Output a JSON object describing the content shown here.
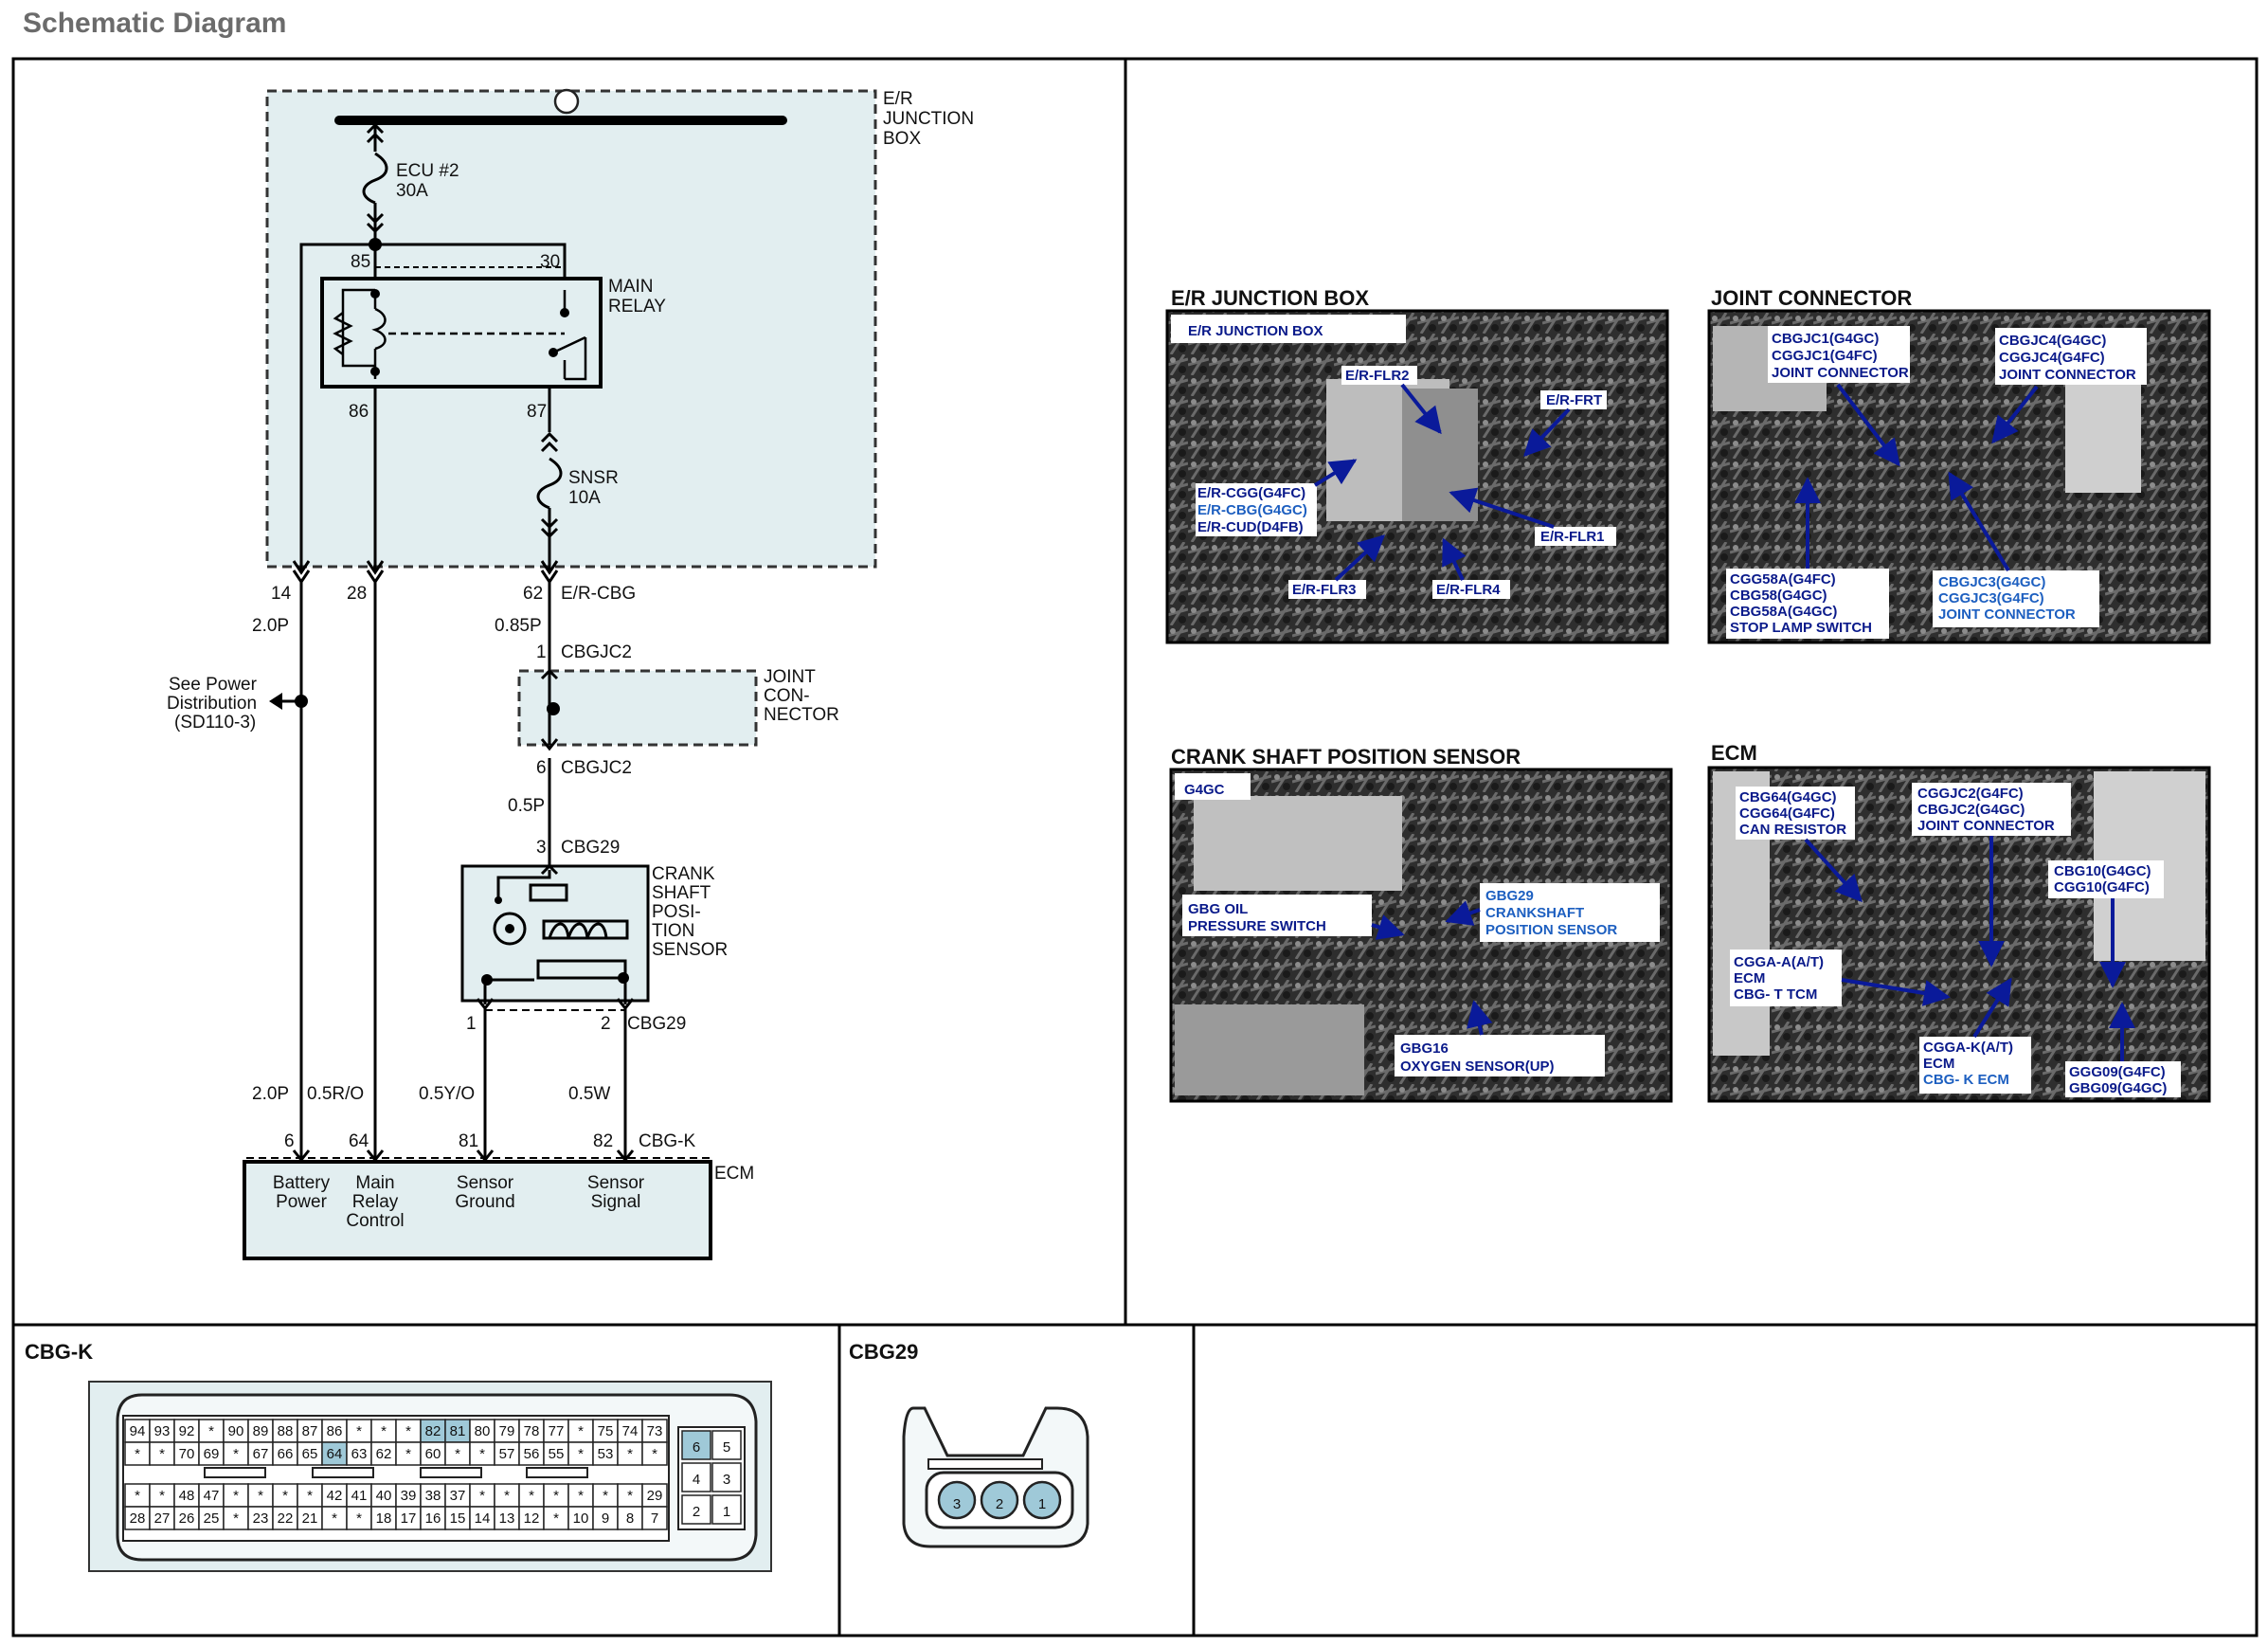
{
  "page_title": "Schematic Diagram",
  "schematic": {
    "junction_box": [
      "E/R",
      "JUNCTION",
      "BOX"
    ],
    "fuse1": [
      "ECU #2",
      "30A"
    ],
    "fuse2": [
      "SNSR",
      "10A"
    ],
    "relay": [
      "MAIN",
      "RELAY"
    ],
    "relay_pins": {
      "p85": "85",
      "p30": "30",
      "p86": "86",
      "p87": "87"
    },
    "jb_pins": {
      "p14": "14",
      "p28": "28",
      "p62": "62",
      "conn": "E/R-CBG"
    },
    "wire_2p0": "2.0P",
    "wire_085p": "0.85P",
    "see_power": [
      "See Power",
      "Distribution",
      "(SD110-3)"
    ],
    "jc_top_pin": "1",
    "jc_top_conn": "CBGJC2",
    "joint_connector": [
      "JOINT",
      "CON-",
      "NECTOR"
    ],
    "jc_bot_pin": "6",
    "jc_bot_conn": "CBGJC2",
    "wire_05p": "0.5P",
    "ckp_top_pin": "3",
    "ckp_top_conn": "CBG29",
    "ckp_sensor": [
      "CRANK",
      "SHAFT",
      "POSI-",
      "TION",
      "SENSOR"
    ],
    "ckp_pin1": "1",
    "ckp_pin2": "2",
    "ckp_bot_conn": "CBG29",
    "wire_bottom": {
      "w1": "2.0P",
      "w2": "0.5R/O",
      "w3": "0.5Y/O",
      "w4": "0.5W"
    },
    "ecm_pins": {
      "p6": "6",
      "p64": "64",
      "p81": "81",
      "p82": "82",
      "conn": "CBG-K"
    },
    "ecm_label": "ECM",
    "ecm_cells": {
      "battery": [
        "Battery",
        "Power"
      ],
      "relay": [
        "Main",
        "Relay",
        "Control"
      ],
      "ground": [
        "Sensor",
        "Ground"
      ],
      "signal": [
        "Sensor",
        "Signal"
      ]
    }
  },
  "photos": {
    "jb": {
      "heading": "E/R JUNCTION BOX",
      "inner": "E/R JUNCTION BOX",
      "labels": [
        "E/R-FLR2",
        "E/R-FRT",
        "E/R-CGG(G4FC)",
        "E/R-CBG(G4GC)",
        "E/R-CUD(D4FB)",
        "E/R-FLR1",
        "E/R-FLR3",
        "E/R-FLR4"
      ]
    },
    "joint": {
      "heading": "JOINT CONNECTOR",
      "tl": [
        "CBGJC1(G4GC)",
        "CGGJC1(G4FC)",
        "JOINT CONNECTOR"
      ],
      "tr": [
        "CBGJC4(G4GC)",
        "CGGJC4(G4FC)",
        "JOINT CONNECTOR"
      ],
      "bl": [
        "CGG58A(G4FC)",
        "CBG58(G4GC)",
        "CBG58A(G4GC)",
        "STOP LAMP SWITCH"
      ],
      "br": [
        "CBGJC3(G4GC)",
        "CGGJC3(G4FC)",
        "JOINT CONNECTOR"
      ]
    },
    "crank": {
      "heading": "CRANK SHAFT POSITION SENSOR",
      "inner": "G4GC",
      "oil": [
        "GBG OIL",
        "PRESSURE SWITCH"
      ],
      "gbg29": [
        "GBG29",
        "CRANKSHAFT",
        "POSITION SENSOR"
      ],
      "gbg16": [
        "GBG16",
        "OXYGEN SENSOR(UP)"
      ]
    },
    "ecm": {
      "heading": "ECM",
      "a": [
        "CBG64(G4GC)",
        "CGG64(G4FC)",
        "CAN RESISTOR"
      ],
      "b": [
        "CGGJC2(G4FC)",
        "CBGJC2(G4GC)",
        "JOINT CONNECTOR"
      ],
      "c": [
        "CBG10(G4GC)",
        "CGG10(G4FC)"
      ],
      "d": [
        "CGGA-A(A/T)",
        "ECM",
        "CBG- T TCM"
      ],
      "e": [
        "CGGA-K(A/T)",
        "ECM",
        "CBG- K ECM"
      ],
      "f": [
        "GGG09(G4FC)",
        "GBG09(G4GC)"
      ]
    }
  },
  "connectors": {
    "cbgk": {
      "label": "CBG-K",
      "rows": [
        [
          "94",
          "93",
          "92",
          "*",
          "90",
          "89",
          "88",
          "87",
          "86",
          "*",
          "*",
          "*",
          "82",
          "81",
          "80",
          "79",
          "78",
          "77",
          "*",
          "75",
          "74",
          "73"
        ],
        [
          "*",
          "*",
          "70",
          "69",
          "*",
          "67",
          "66",
          "65",
          "64",
          "63",
          "62",
          "*",
          "60",
          "*",
          "*",
          "57",
          "56",
          "55",
          "*",
          "53",
          "*",
          "*"
        ],
        [
          "*",
          "*",
          "48",
          "47",
          "*",
          "*",
          "*",
          "*",
          "42",
          "41",
          "40",
          "39",
          "38",
          "37",
          "*",
          "*",
          "*",
          "*",
          "*",
          "*",
          "*",
          "29"
        ],
        [
          "28",
          "27",
          "26",
          "25",
          "*",
          "23",
          "22",
          "21",
          "*",
          "*",
          "18",
          "17",
          "16",
          "15",
          "14",
          "13",
          "12",
          "*",
          "10",
          "9",
          "8",
          "7"
        ]
      ],
      "highlight": [
        "82",
        "81",
        "64"
      ],
      "side": [
        [
          "6",
          "5"
        ],
        [
          "4",
          "3"
        ],
        [
          "2",
          "1"
        ]
      ]
    },
    "cbg29": {
      "label": "CBG29",
      "pins": [
        "3",
        "2",
        "1"
      ]
    }
  }
}
